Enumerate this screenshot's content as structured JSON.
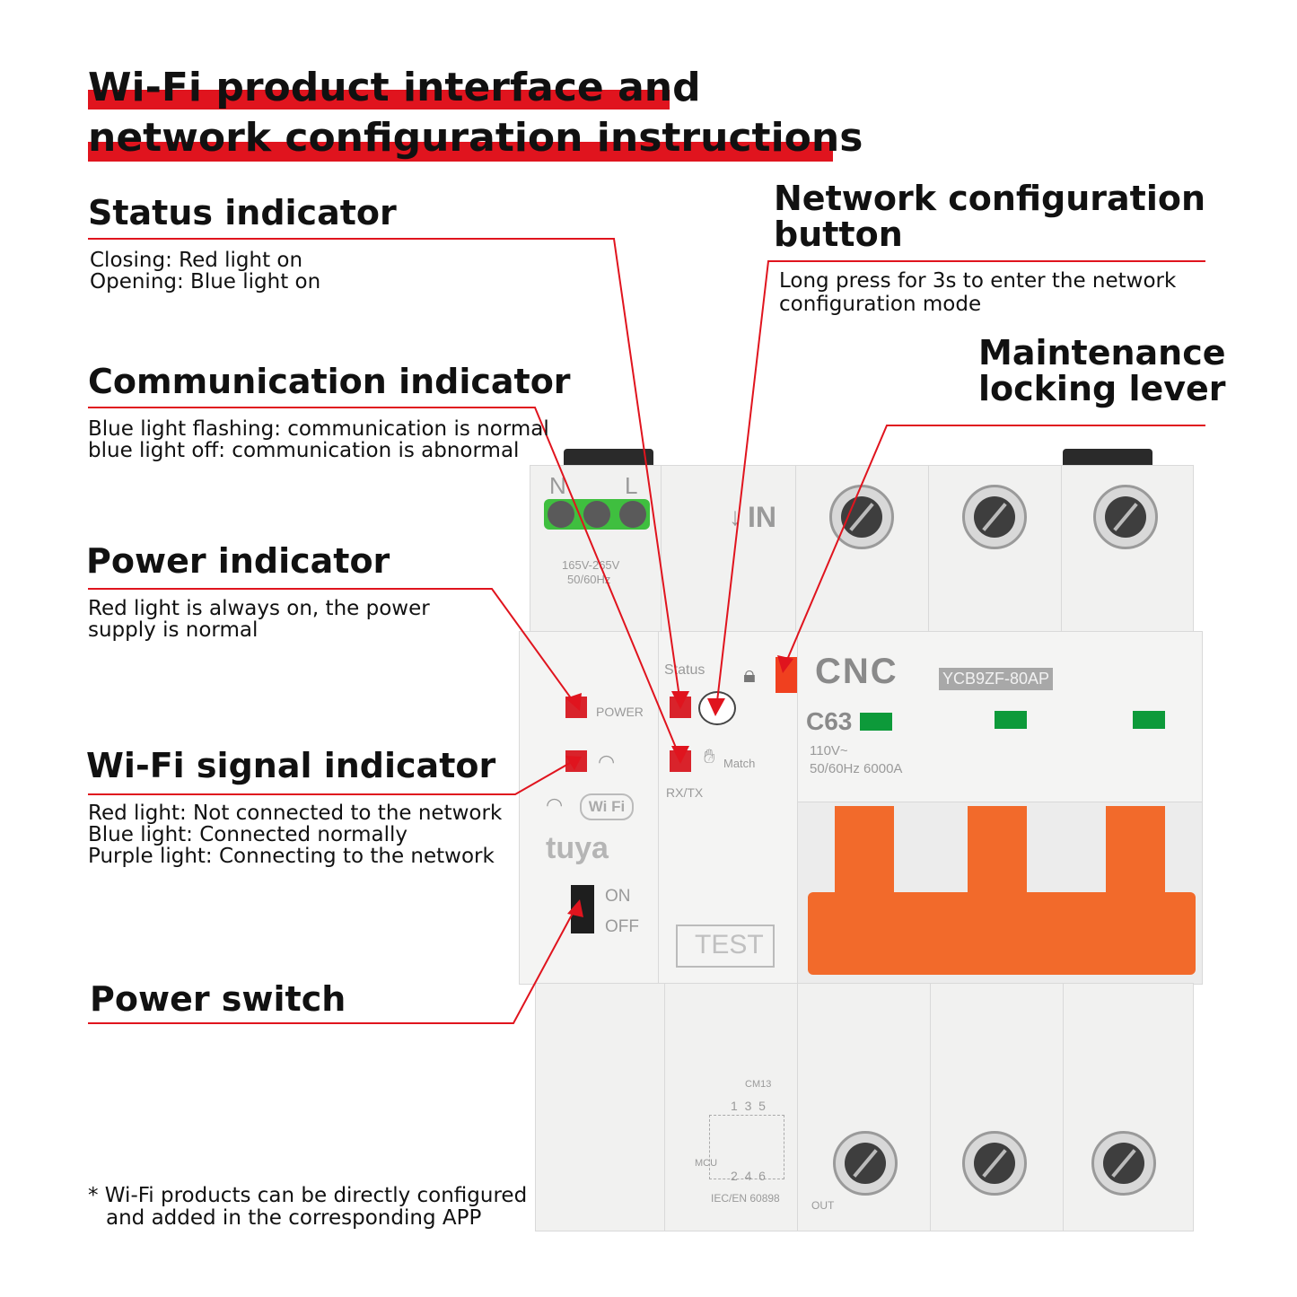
{
  "title": {
    "line1": "Wi-Fi product interface and",
    "line2": "network configuration instructions"
  },
  "callouts": {
    "status": {
      "heading": "Status indicator",
      "lines": [
        "Closing: Red light on",
        "Opening: Blue light on"
      ]
    },
    "communication": {
      "heading": "Communication indicator",
      "lines": [
        "Blue light flashing: communication is normal",
        "blue light off: communication is abnormal"
      ]
    },
    "power": {
      "heading": "Power indicator",
      "lines": [
        "Red light is always on, the power",
        "supply is normal"
      ]
    },
    "wifi": {
      "heading": "Wi-Fi signal indicator",
      "lines": [
        "Red light: Not connected to the network",
        "Blue light: Connected normally",
        "Purple light: Connecting to the network"
      ]
    },
    "power_switch": {
      "heading": "Power switch"
    },
    "network_button": {
      "heading_line1": "Network configuration",
      "heading_line2": "button",
      "lines": [
        "Long press for 3s to enter the network",
        "configuration mode"
      ]
    },
    "locking_lever": {
      "heading_line1": "Maintenance",
      "heading_line2": "locking lever"
    }
  },
  "footnote": {
    "line1": "* Wi-Fi products can be directly configured",
    "line2": "and added in the corresponding APP"
  },
  "device": {
    "terminal_n": "N",
    "terminal_l": "L",
    "voltage": "165V-265V",
    "freq": "50/60Hz",
    "in_label": "IN",
    "status_label": "Status",
    "power_label": "POWER",
    "match_label": "Match",
    "rxtx_label": "RX/TX",
    "wifi_badge_a": "Wi",
    "wifi_badge_b": "Fi",
    "tuya": "tuya",
    "on_label": "ON",
    "off_label": "OFF",
    "test_label": "TEST",
    "brand": "CNC",
    "model": "YCB9ZF-80AP",
    "rating": "C63",
    "spec_v": "110V~",
    "spec_hz": "50/60Hz  6000A",
    "cm": "CM13",
    "top_poles": "1  3  5",
    "bottom_poles": "2  4  6",
    "mcu": "MCU",
    "standard": "IEC/EN 60898",
    "out_label": "OUT"
  },
  "colors": {
    "accent_red": "#e0141e",
    "handle_orange": "#f26a2b",
    "indicator_green": "#0d9a3a"
  }
}
